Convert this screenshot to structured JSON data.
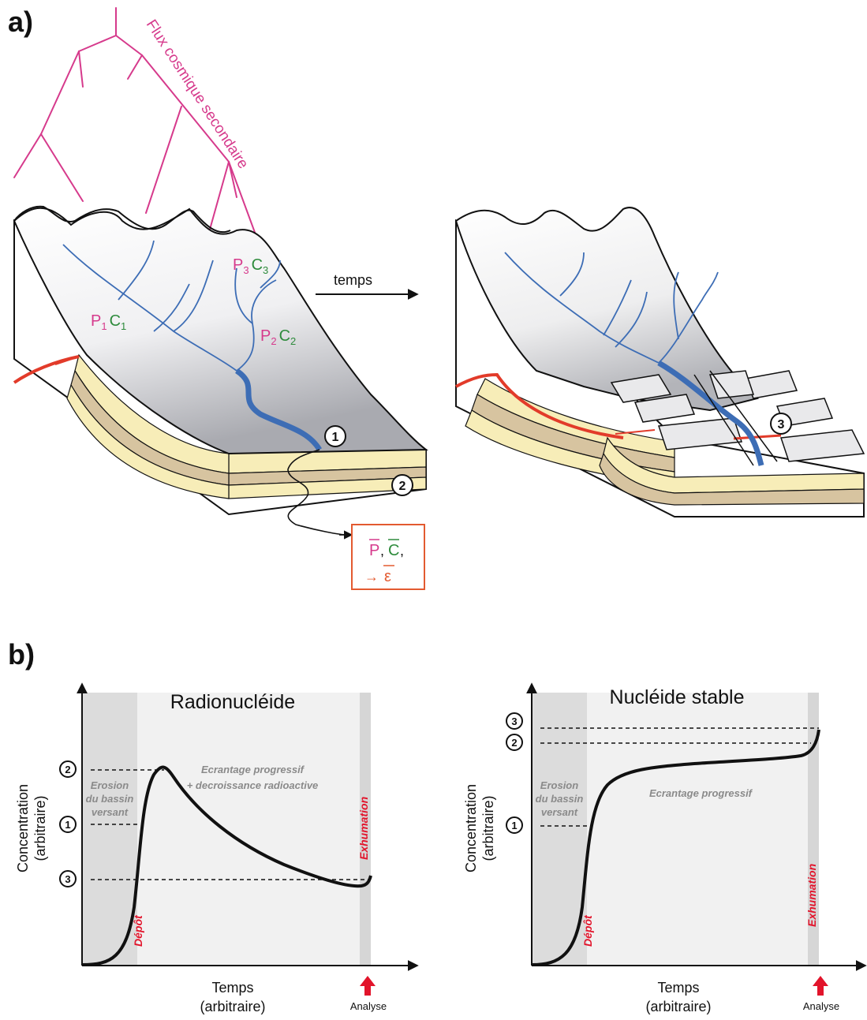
{
  "panel_a": {
    "label": "a)",
    "flux_label": "Flux cosmique secondaire",
    "arrow_label": "temps",
    "tributaries": [
      {
        "p": "P",
        "c": "C",
        "sub": "1"
      },
      {
        "p": "P",
        "c": "C",
        "sub": "2"
      },
      {
        "p": "P",
        "c": "C",
        "sub": "3"
      }
    ],
    "markers": [
      "1",
      "2",
      "3"
    ],
    "result_box": {
      "p": "P",
      "c": "C",
      "sep": ",",
      "arrow": "→",
      "epsilon": "ε"
    }
  },
  "panel_b": {
    "label": "b)",
    "marker_labels": [
      "1",
      "2",
      "3"
    ],
    "charts": [
      {
        "title": "Radionucléide",
        "ylabel_line1": "Concentration",
        "ylabel_line2": "(arbitraire)",
        "xlabel_line1": "Temps",
        "xlabel_line2": "(arbitraire)",
        "zone_erosion": [
          "Erosion",
          "du bassin",
          "versant"
        ],
        "zone_main": [
          "Ecrantage progressif",
          "+ decroissance radioactive"
        ],
        "depot_label": "Dépôt",
        "exhumation_label": "Exhumation",
        "analyse_label": "Analyse"
      },
      {
        "title": "Nucléide stable",
        "ylabel_line1": "Concentration",
        "ylabel_line2": "(arbitraire)",
        "xlabel_line1": "Temps",
        "xlabel_line2": "(arbitraire)",
        "zone_erosion": [
          "Erosion",
          "du bassin",
          "versant"
        ],
        "zone_main": [
          "Ecrantage progressif"
        ],
        "depot_label": "Dépôt",
        "exhumation_label": "Exhumation",
        "analyse_label": "Analyse"
      }
    ]
  },
  "colors": {
    "flux": "#d63a8c",
    "river": "#3d6db5",
    "pink_text": "#d63a8c",
    "green_text": "#2e8b3c",
    "fault": "#e23b2a",
    "red_label": "#e2142b",
    "box_border": "#e35a30",
    "layer_light": "#f7edb8",
    "layer_dark": "#d7c4a0"
  }
}
